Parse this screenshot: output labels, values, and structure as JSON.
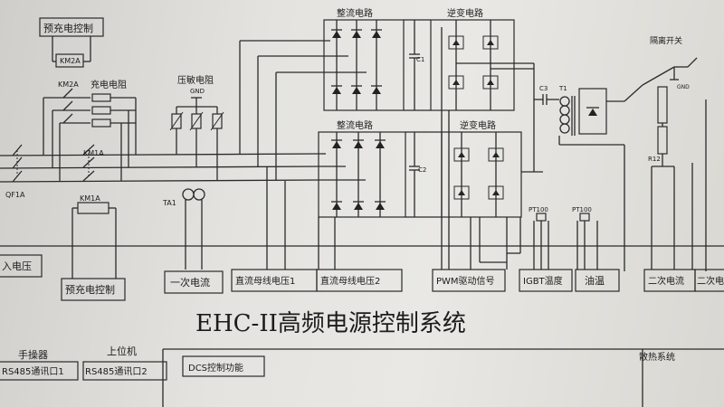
{
  "diagram": {
    "title": "EHC-II高频电源控制系统",
    "blocks": {
      "precharge_top": "预充电控制",
      "km2a_coil": "KM2A",
      "km2a_contact": "KM2A",
      "charge_resistor": "充电电阻",
      "varistor": "压敏电阻",
      "gnd_varistor": "GND",
      "km1a_contact": "KM1A",
      "km1a_coil": "KM1A",
      "qf1a": "QF1A",
      "ta1": "TA1",
      "rectifier_1": "整流电路",
      "inverter_1": "逆变电路",
      "rectifier_2": "整流电路",
      "inverter_2": "逆变电路",
      "c1": "C1",
      "c2": "C2",
      "c3": "C3",
      "t1": "T1",
      "isolation_switch": "隔离开关",
      "gnd_switch": "GND",
      "pt100_a": "PT100",
      "pt100_b": "PT100",
      "r12": "R12"
    },
    "bottom_labels": [
      "入电压",
      "预充电控制",
      "一次电流",
      "直流母线电压1",
      "直流母线电压2",
      "PWM驱动信号",
      "IGBT温度",
      "油温",
      "二次电流",
      "二次电"
    ],
    "lower_left": {
      "hand_op": "手操器",
      "rs485_1": "RS485通讯口1",
      "host": "上位机",
      "rs485_2": "RS485通讯口2",
      "dcs": "DCS控制功能"
    },
    "cooling": "散热系统"
  }
}
